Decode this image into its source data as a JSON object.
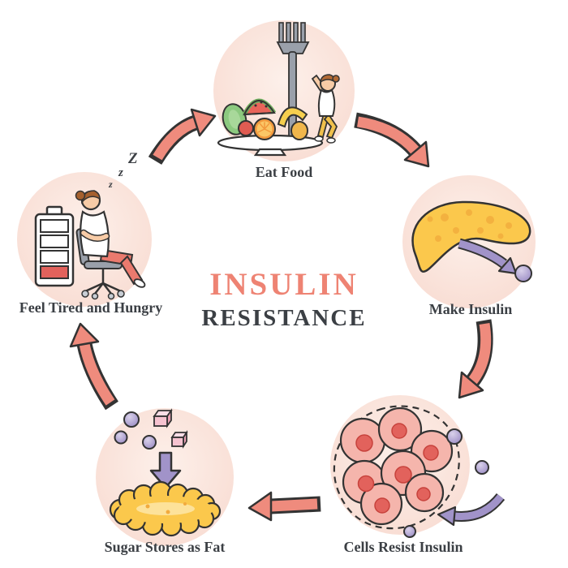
{
  "title": {
    "line1": "INSULIN",
    "line2": "RESISTANCE"
  },
  "stages": {
    "eat_food": {
      "label": "Eat Food",
      "icon": "fork-plate-fruits-person"
    },
    "make_insulin": {
      "label": "Make Insulin",
      "icon": "pancreas-insulin-sphere"
    },
    "cells_resist": {
      "label": "Cells Resist Insulin",
      "icon": "cell-cluster-insulin-spheres"
    },
    "sugar_fat": {
      "label": "Sugar Stores as Fat",
      "icon": "sugar-cubes-arrow-fat-blob"
    },
    "tired_hungry": {
      "label": "Feel Tired and Hungry",
      "icon": "low-battery-sleeping-person",
      "sleep_zs": [
        "z",
        "z",
        "Z"
      ]
    }
  },
  "colors": {
    "arrow": "#ef8b7d",
    "title_accent": "#ee8373",
    "title_dark": "#3b3f44",
    "outline": "#333333",
    "circle_bg": "#f8dbd1",
    "pancreas": "#fbc84c",
    "insulin_sphere": "#a99bce",
    "purple_arrow": "#a193c9",
    "cell": "#f5b5ac",
    "cell_nucleus": "#e2625c",
    "fat": "#fbc84c",
    "battery_low": "#e2625c",
    "sugar_cube": "#f6c3d0"
  }
}
